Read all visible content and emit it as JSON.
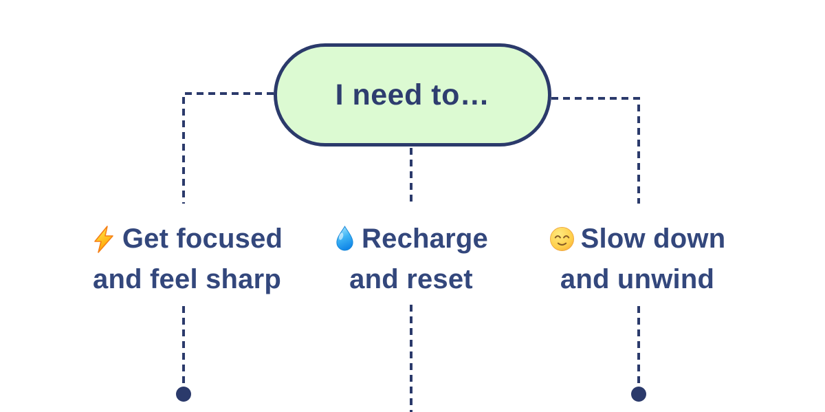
{
  "colors": {
    "line_navy": "#2b3a6b",
    "title_text": "#2e3d6f",
    "label_text": "#33477c",
    "pill_fill": "#dcfad2",
    "background": "#ffffff"
  },
  "root": {
    "title": "I need to…"
  },
  "branches": [
    {
      "id": "focus",
      "icon": "lightning-bolt-icon",
      "line1": "Get focused",
      "line2": "and feel sharp"
    },
    {
      "id": "recharge",
      "icon": "water-drop-icon",
      "line1": "Recharge",
      "line2": "and reset"
    },
    {
      "id": "unwind",
      "icon": "relieved-face-icon",
      "line1": "Slow down",
      "line2": "and unwind"
    }
  ]
}
